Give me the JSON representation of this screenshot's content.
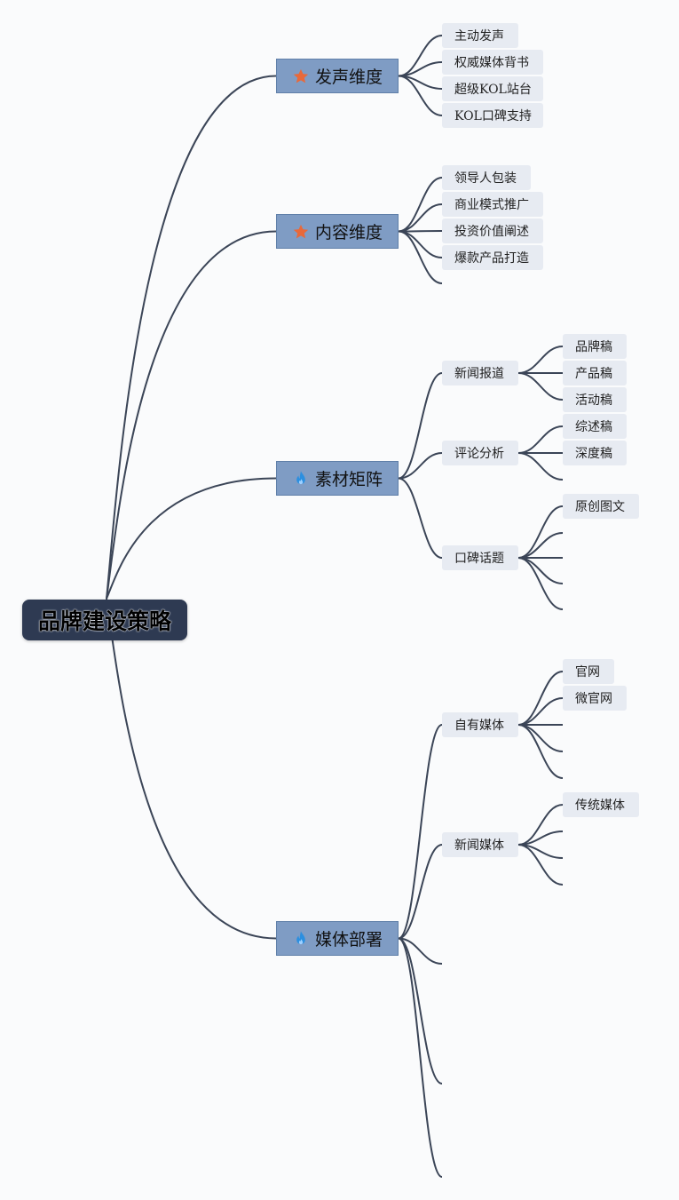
{
  "root": {
    "label": "品牌建设策略"
  },
  "icons": {
    "star_color": "#e8693a",
    "fire_color": "#2b8fe0",
    "link_color": "#3b4557"
  },
  "branches": [
    {
      "label": "发声维度",
      "icon": "star-icon",
      "children": [
        {
          "label": "主动发声"
        },
        {
          "label": "权威媒体背书"
        },
        {
          "label": "超级KOL站台"
        },
        {
          "label": "KOL口碑支持"
        }
      ]
    },
    {
      "label": "内容维度",
      "icon": "star-icon",
      "children": [
        {
          "label": "领导人包装"
        },
        {
          "label": "商业模式推广"
        },
        {
          "label": "投资价值阐述"
        },
        {
          "label": "爆款产品打造"
        },
        {
          "label": ""
        }
      ]
    },
    {
      "label": "素材矩阵",
      "icon": "fire-icon",
      "children": [
        {
          "label": "新闻报道",
          "children": [
            {
              "label": "品牌稿"
            },
            {
              "label": "产品稿"
            },
            {
              "label": "活动稿"
            }
          ]
        },
        {
          "label": "评论分析",
          "children": [
            {
              "label": "综述稿"
            },
            {
              "label": "深度稿"
            },
            {
              "label": ""
            }
          ]
        },
        {
          "label": "口碑话题",
          "children": [
            {
              "label": "原创图文"
            },
            {
              "label": ""
            },
            {
              "label": ""
            },
            {
              "label": ""
            },
            {
              "label": ""
            }
          ]
        }
      ]
    },
    {
      "label": "媒体部署",
      "icon": "fire-icon",
      "children": [
        {
          "label": "自有媒体",
          "children": [
            {
              "label": "官网"
            },
            {
              "label": "微官网"
            },
            {
              "label": ""
            },
            {
              "label": ""
            },
            {
              "label": ""
            }
          ]
        },
        {
          "label": "新闻媒体",
          "children": [
            {
              "label": "传统媒体"
            },
            {
              "label": ""
            },
            {
              "label": ""
            },
            {
              "label": ""
            }
          ]
        },
        {
          "label": ""
        },
        {
          "label": ""
        },
        {
          "label": ""
        }
      ]
    }
  ]
}
